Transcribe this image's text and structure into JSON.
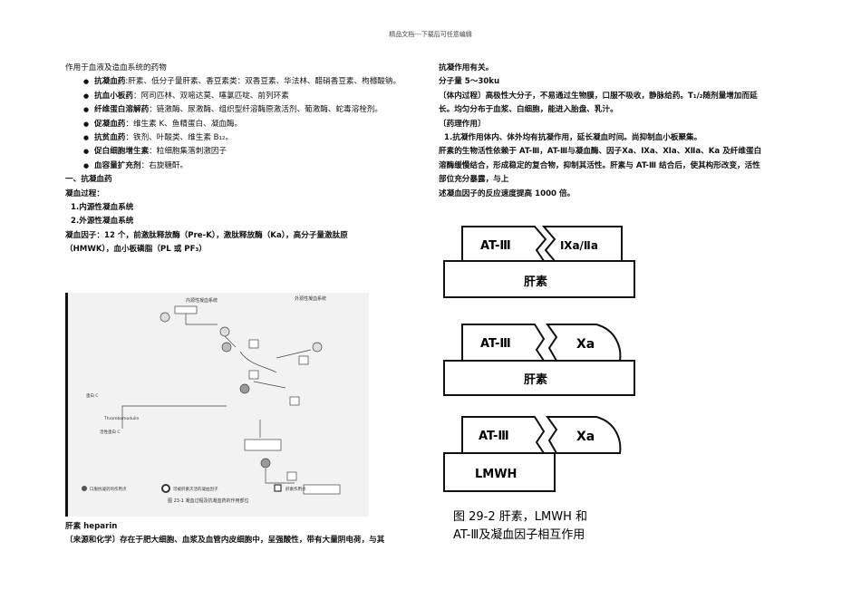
{
  "header": "精品文档---下载后可任意编辑",
  "left": {
    "intro": "作用于血液及造血系统的药物",
    "drugs": [
      {
        "name": "抗凝血药",
        "desc": ":肝素、低分子量肝素、香豆素类：双香豆素、华法林、醋硝香豆素、枸橼酸钠。"
      },
      {
        "name": "抗血小板药",
        "desc": "：阿司匹林、双嘧达莫、噻氯匹啶、前列环素"
      },
      {
        "name": "纤维蛋白溶解药",
        "desc": "：链激酶、尿激酶、组织型纤溶酶原激活剂、葡激酶、蛇毒溶栓剂。"
      },
      {
        "name": "促凝血药",
        "desc": "：维生素 K、鱼精蛋白、凝血酶。"
      },
      {
        "name": "抗贫血药",
        "desc": "：铁剂、叶酸类、维生素 B₁₂。"
      },
      {
        "name": "促白细胞增生素",
        "desc": "：粒细胞集落刺激因子"
      },
      {
        "name": "血容量扩充剂",
        "desc": "：右旋糖酐。"
      }
    ],
    "section1": "一、抗凝血药",
    "process": "凝血过程：",
    "p1": "1.内源性凝血系统",
    "p2": "2.外源性凝血系统",
    "factors_line1": "凝血因子：12 个，前激肽释放酶（Pre-K），激肽释放酶（Ka），高分子量激肽原",
    "factors_line2": "（HMWK），血小板磷脂（PL 或 PF₃）",
    "cascade": {
      "top_left": "内源性凝血系统",
      "top_right": "外源性凝血系统",
      "caption": "图 23-1  凝血过程及抗凝血药的作用部位",
      "legend": [
        "口服抗凝药的作用点",
        "可被肝素灭活的凝血因子",
        "肝素作用点"
      ]
    },
    "heparin_title": "肝素 heparin",
    "source": "〔来源和化学〕存在于肥大细胞、血浆及血管内皮细胞中，呈强酸性，带有大量阴电荷，与其"
  },
  "right": {
    "r1": "抗凝作用有关。",
    "r2": "分子量 5～30ku",
    "r3": "〔体内过程〕高极性大分子，不易通过生物膜，口服不吸收，静脉给药。T₁/₂随剂量增加而延",
    "r4": "长。均匀分布于血浆、白细胞，能进入胎盘、乳汁。",
    "r5": "〔药理作用〕",
    "r6": "1.抗凝作用体内、体外均有抗凝作用，延长凝血时间。尚抑制血小板聚集。",
    "r7": "肝素的生物活性依赖于 AT-Ⅲ，AT-Ⅲ与凝血酶、因子Ⅹa、Ⅸa、Ⅺa、Ⅻa、Ka 及纤维蛋白",
    "r8": "溶酶缓慢结合，形成稳定的复合物，抑制其活性。肝素与 AT-Ⅲ 结合后，使其构形改变，活性",
    "r9": "部位充分暴露，与上",
    "r10": "述凝血因子的反应速度提高 1000 倍。",
    "figure": {
      "panels": [
        {
          "a": "AT-Ⅲ",
          "b": "Ⅸa/Ⅱa",
          "base": "肝素"
        },
        {
          "a": "AT-Ⅲ",
          "b": "Xa",
          "base": "肝素"
        },
        {
          "a": "AT-Ⅲ",
          "b": "Xa",
          "base": "LMWH"
        }
      ],
      "caption1": "图 29-2  肝素，LMWH 和",
      "caption2": "AT-Ⅲ及凝血因子相互作用"
    }
  }
}
